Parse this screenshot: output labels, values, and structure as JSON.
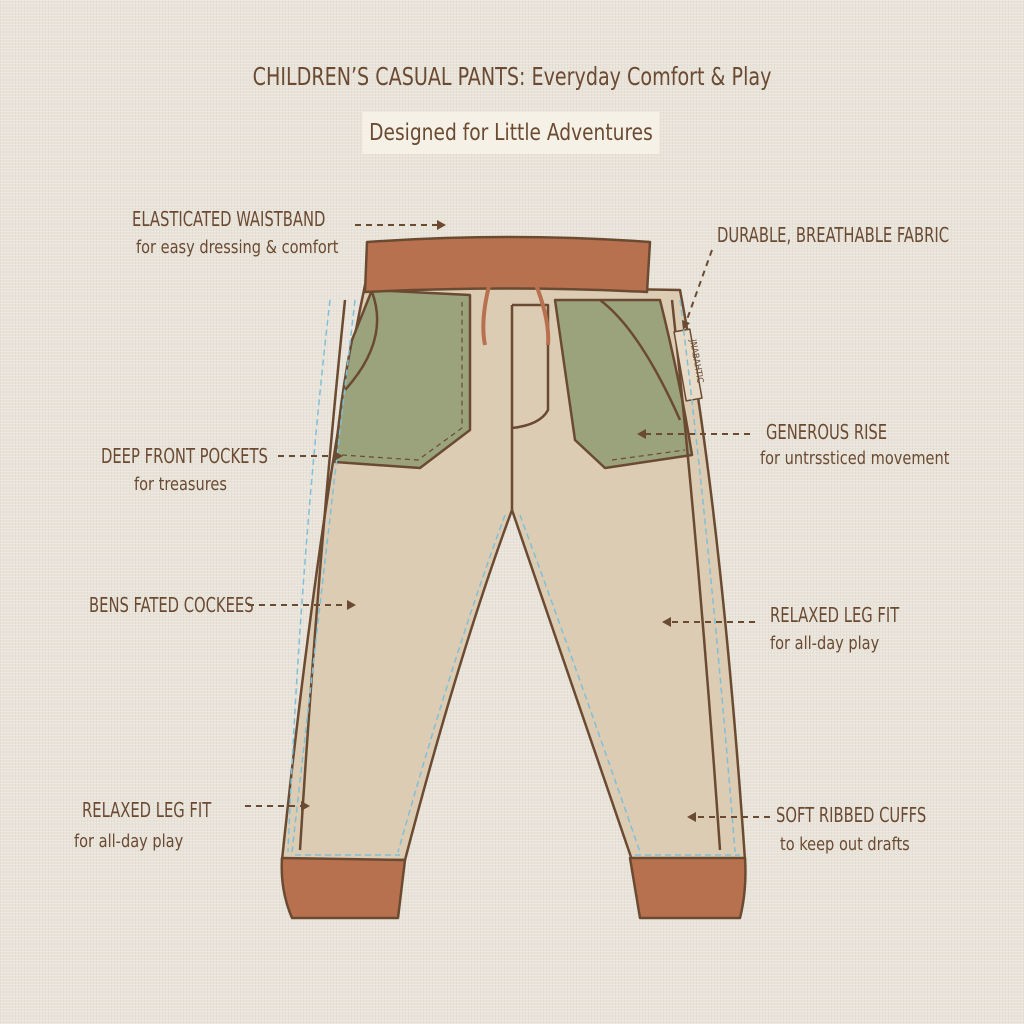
{
  "title": {
    "bold": "CHILDREN’S CASUAL PANTS:",
    "rest": " Everyday Comfort & Play"
  },
  "subtitle": "Designed for Little Adventures",
  "tag_text": "JNABAHTIC",
  "colors": {
    "outline": "#6b4a32",
    "fabric": "#dcccb4",
    "pocket": "#9ba37c",
    "rib": "#b8714f",
    "stitch": "#7fc0d8"
  },
  "callouts": [
    {
      "label": "ELASTICATED WAISTBAND",
      "desc": "for easy dressing & comfort"
    },
    {
      "label": "DURABLE, BREATHABLE FABRIC",
      "desc": ""
    },
    {
      "label": "DEEP FRONT POCKETS",
      "desc": "for treasures"
    },
    {
      "label": "GENEROUS RISE",
      "desc": "for untrssticed movement"
    },
    {
      "label": "BENS FATED COCKEES",
      "desc": ""
    },
    {
      "label": "RELAXED LEG FIT",
      "desc": "for all-day play"
    },
    {
      "label": "RELAXED LEG FIT",
      "desc": "for all-day play"
    },
    {
      "label": "SOFT RIBBED CUFFS",
      "desc": "to keep out drafts"
    }
  ]
}
